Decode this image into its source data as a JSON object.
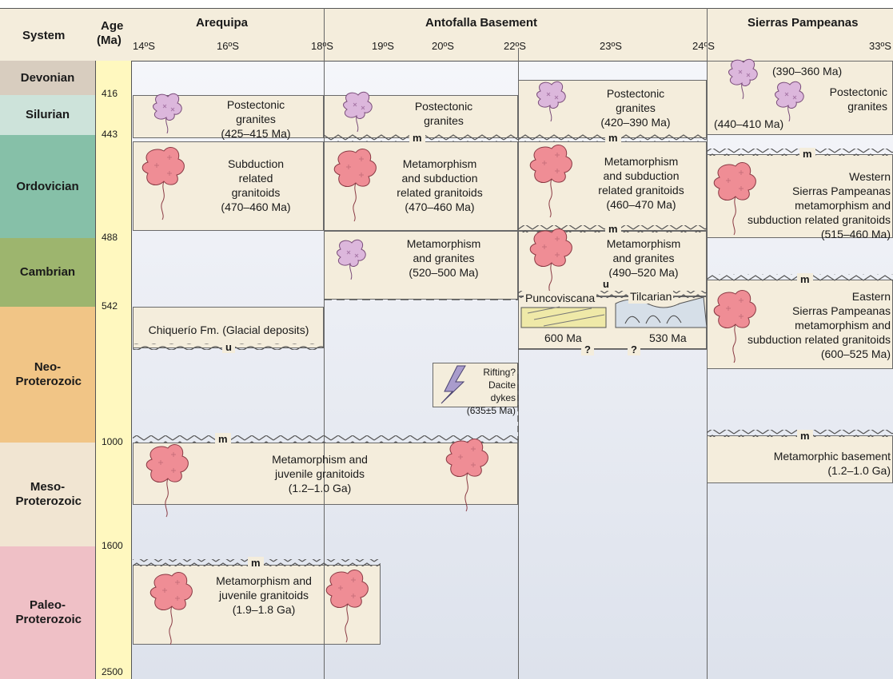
{
  "header": {
    "system": "System",
    "age_line1": "Age",
    "age_line2": "(Ma)",
    "regions": [
      "Arequipa",
      "Antofalla Basement",
      "Sierras Pampeanas"
    ]
  },
  "latitudes": [
    "14ºS",
    "16ºS",
    "18ºS",
    "19ºS",
    "20ºS",
    "22ºS",
    "23ºS",
    "24ºS",
    "33ºS"
  ],
  "systems": [
    "Devonian",
    "Silurian",
    "Ordovician",
    "Cambrian",
    "Neo-Proterozoic",
    "Meso-Proterozoic",
    "Paleo-Proterozoic"
  ],
  "ages": [
    "416",
    "443",
    "488",
    "542",
    "1000",
    "1600",
    "2500"
  ],
  "colors": {
    "devonian": "#d8cdbf",
    "silurian": "#cde3da",
    "ordovician": "#86c0a8",
    "cambrian": "#9db56e",
    "neoproterozoic": "#f1c586",
    "mesoproterozoic": "#f1e5d2",
    "paleoproterozoic": "#efc0c6",
    "age_strip": "#fff8bf",
    "box_fill": "#f4eddc",
    "granitoid": "#ef8d95",
    "granite_pink": "#dcb7dc",
    "background": "#e9ecf3"
  },
  "arequipa": {
    "postectonic": [
      "Postectonic",
      "granites",
      "(425–415 Ma)"
    ],
    "ordovician": [
      "Subduction",
      "related",
      "granitoids",
      "(470–460 Ma)"
    ],
    "chiquerio": "Chiquerío Fm. (Glacial deposits)",
    "u_label": "u"
  },
  "antofalla": {
    "postectonic_west": [
      "Postectonic",
      "granites"
    ],
    "postectonic_east": [
      "Postectonic",
      "granites",
      "(420–390 Ma)"
    ],
    "m_label": "m",
    "ordovician_west": [
      "Metamorphism",
      "and subduction",
      "related granitoids",
      "(470–460 Ma)"
    ],
    "ordovician_east": [
      "Metamorphism",
      "and subduction",
      "related granitoids",
      "(460–470 Ma)"
    ],
    "cambrian_west": [
      "Metamorphism",
      "and granites",
      "(520–500 Ma)"
    ],
    "cambrian_east": [
      "Metamorphism",
      "and granites",
      "(490–520 Ma)"
    ],
    "u_label": "u",
    "puncoviscana": "Puncoviscana",
    "tilcarian": "Tilcarian",
    "age_600": "600 Ma",
    "age_530": "530 Ma",
    "question": "?",
    "rifting": [
      "Rifting?",
      "Dacite",
      "dykes",
      "(635±5 Ma)"
    ]
  },
  "meso_shared": {
    "m_label": "m",
    "text": [
      "Metamorphism and",
      "juvenile granitoids",
      "(1.2–1.0 Ga)"
    ]
  },
  "paleo_shared": {
    "m_label": "m",
    "text": [
      "Metamorphism and",
      "juvenile granitoids",
      "(1.9–1.8 Ga)"
    ]
  },
  "sierras": {
    "devonian_age": "(390–360 Ma)",
    "postectonic": [
      "Postectonic",
      "granites"
    ],
    "silurian_age": "(440–410 Ma)",
    "m_label": "m",
    "western": [
      "Western",
      "Sierras Pampeanas",
      "metamorphism and",
      "subduction related granitoids",
      "(515–460 Ma)"
    ],
    "eastern": [
      "Eastern",
      "Sierras Pampeanas",
      "metamorphism and",
      "subduction related granitoids",
      "(600–525 Ma)"
    ],
    "meta_basement": [
      "Metamorphic basement",
      "(1.2–1.0 Ga)"
    ]
  }
}
